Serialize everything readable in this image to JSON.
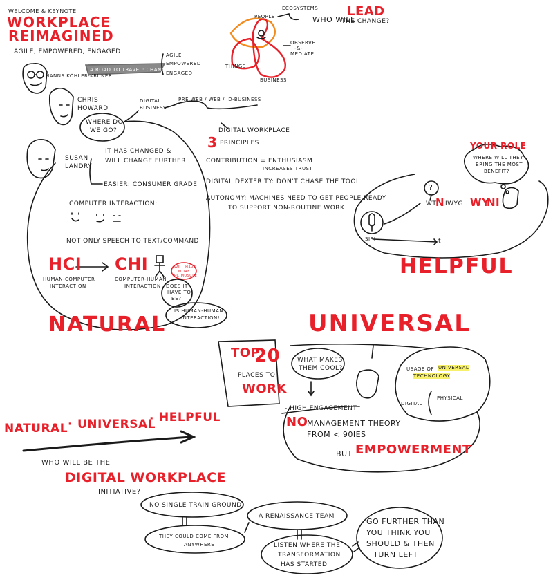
{
  "header": {
    "welcome": "WELCOME & KEYNOTE",
    "title_line1": "WORKPLACE",
    "title_line2": "REIMAGINED",
    "subtitle": "AGILE, EMPOWERED, ENGAGED",
    "speaker1": "HANNS KÖHLER-KRÜNER",
    "road": "A ROAD TO TRAVEL: CHANGE",
    "road_outcomes": [
      "AGILE",
      "EMPOWERED",
      "ENGAGED"
    ]
  },
  "ecosystem": {
    "ecosystems": "ECOSYSTEMS",
    "who_will": "WHO WILL",
    "lead": "LEAD",
    "the_change": "THE CHANGE?",
    "people": "PEOPLE",
    "things": "THINGS",
    "business": "BUSINESS",
    "observe": [
      "OBSERVE",
      "-&-",
      "MEDIATE"
    ]
  },
  "howard": {
    "name_line1": "CHRIS",
    "name_line2": "HOWARD",
    "bubble_line1": "WHERE DO",
    "bubble_line2": "WE GO?",
    "digital_business": [
      "DIGITAL",
      "BUSINESS"
    ],
    "pre_web": "PRE WEB / WEB / ID-BUSINESS"
  },
  "principles": {
    "heading_pre": "DIGITAL WORKPLACE",
    "number": "3",
    "heading": "PRINCIPLES",
    "p1_line1": "CONTRIBUTION = ENTHUSIASM",
    "p1_line2": "INCREASES TRUST",
    "p2": "DIGITAL DEXTERITY: DON'T CHASE THE TOOL",
    "p3_line1": "AUTONOMY: MACHINES NEED TO GET PEOPLE READY",
    "p3_line2": "TO SUPPORT NON-ROUTINE WORK"
  },
  "landry": {
    "name_line1": "SUSAN",
    "name_line2": "LANDRY",
    "changed_line1": "IT HAS CHANGED &",
    "changed_line2": "WILL CHANGE FURTHER",
    "easier": "EASIER: CONSUMER GRADE",
    "computer": "COMPUTER INTERACTION:",
    "speech": "NOT ONLY SPEECH TO TEXT/COMMAND",
    "hci": "HCI",
    "chi": "CHI",
    "hci_desc": [
      "HUMAN-COMPUTER",
      "INTERACTION"
    ],
    "chi_desc": [
      "COMPUTER-HUMAN",
      "INTERACTION"
    ],
    "robot_bubble": [
      "WILL HAVE",
      "MORE",
      "PC MUSCLE"
    ],
    "does_it": [
      "DOES IT",
      "HAVE TO",
      "BE?"
    ],
    "human": [
      "IS HUMAN-HUMAN",
      "INTERACTION!"
    ],
    "natural": "NATURAL"
  },
  "helpful": {
    "your_role": "YOUR ROLE",
    "where_line1": "WHERE WILL THEY",
    "where_line2": "BRING THE MOST",
    "where_line3": "BENEFIT?",
    "question": "?",
    "wtn_wt": "WT",
    "wtn_n": "N",
    "wtn_mid": "IWYG",
    "wtn_w": "WY",
    "wtn_ni": "NI",
    "siri": "SIRI",
    "t_axis": "t",
    "helpful": "HELPFUL"
  },
  "universal": {
    "universal": "UNIVERSAL",
    "top": "TOP",
    "twenty": "20",
    "places_line1": "PLACES TO",
    "work": "WORK",
    "what_makes_line1": "WHAT MAKES",
    "what_makes_line2": "THEM COOL?",
    "usage_pre": "USAGE OF",
    "usage_hl1": "UNIVERSAL",
    "usage_hl2": "TECHNOLOGY",
    "digital": "DIGITAL",
    "physical": "PHYSICAL",
    "high_engagement": "- HIGH ENGAGEMENT",
    "no": "NO",
    "management": "MANAGEMENT THEORY",
    "from": "FROM < 90IES",
    "but": "BUT",
    "empowerment": "EMPOWERMENT"
  },
  "footer": {
    "nuh_n": "NATURAL",
    "nuh_u": "UNIVERSAL",
    "nuh_h": "HELPFUL",
    "dot": "·",
    "who": "WHO WILL BE THE",
    "digital_workplace": "DIGITAL WORKPLACE",
    "initiative": "INITIATIVE?",
    "no_single": "NO SINGLE TRAIN GROUND",
    "could_line1": "THEY COULD COME FROM",
    "could_line2": "ANYWHERE",
    "renaissance": "A RENAISSANCE TEAM",
    "listen_line1": "LISTEN WHERE THE",
    "listen_line2": "TRANSFORMATION",
    "listen_line3": "HAS STARTED",
    "go_line1": "GO FURTHER THAN",
    "go_line2": "YOU THINK YOU",
    "go_line3": "SHOULD & THEN",
    "go_line4": "TURN LEFT"
  },
  "colors": {
    "ink": "#1a1a1a",
    "accent": "#e8202a",
    "orange": "#f28c1e",
    "highlight": "#f7f06a"
  }
}
